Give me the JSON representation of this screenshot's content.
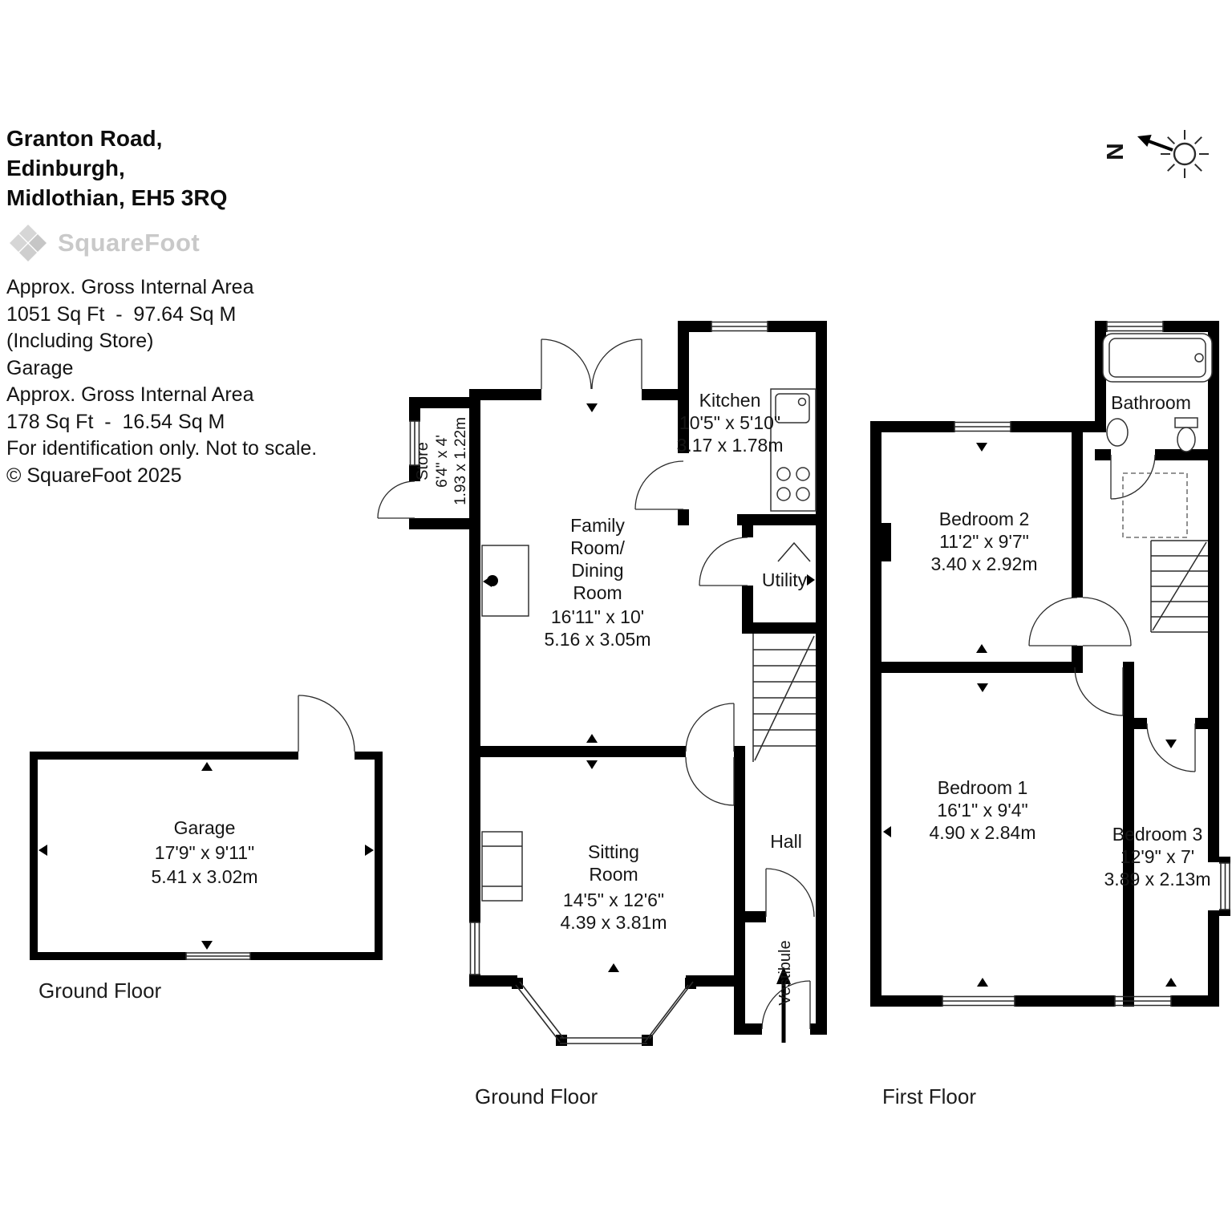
{
  "page": {
    "address_lines": [
      "Granton Road,",
      "Edinburgh,",
      "Midlothian, EH5 3RQ"
    ],
    "logo_text": "SquareFoot",
    "area_info_lines": [
      "Approx. Gross Internal Area",
      "1051 Sq Ft  -  97.64 Sq M",
      "(Including Store)",
      "Garage",
      "Approx. Gross Internal Area",
      "178 Sq Ft  -  16.54 Sq M",
      "For identification only. Not to scale.",
      "© SquareFoot 2025"
    ],
    "compass_label": "N"
  },
  "garage_plan": {
    "floor_label": "Ground Floor",
    "room": {
      "name": "Garage",
      "imperial": "17'9\" x 9'11\"",
      "metric": "5.41 x 3.02m"
    }
  },
  "ground_plan": {
    "floor_label": "Ground Floor",
    "store": {
      "name": "Store",
      "imperial": "6'4\" x 4'",
      "metric": "1.93 x 1.22m"
    },
    "family": {
      "name_lines": [
        "Family",
        "Room/",
        "Dining",
        "Room"
      ],
      "imperial": "16'11\" x 10'",
      "metric": "5.16 x 3.05m"
    },
    "kitchen": {
      "name": "Kitchen",
      "imperial": "10'5\" x 5'10\"",
      "metric": "3.17 x 1.78m"
    },
    "utility": {
      "name": "Utility"
    },
    "hall": {
      "name": "Hall"
    },
    "vestibule": {
      "name": "Vestibule"
    },
    "sitting": {
      "name_lines": [
        "Sitting",
        "Room"
      ],
      "imperial": "14'5\" x 12'6\"",
      "metric": "4.39 x 3.81m"
    }
  },
  "first_plan": {
    "floor_label": "First Floor",
    "bathroom": {
      "name": "Bathroom"
    },
    "bedroom2": {
      "name": "Bedroom 2",
      "imperial": "11'2\" x 9'7\"",
      "metric": "3.40 x 2.92m"
    },
    "bedroom1": {
      "name": "Bedroom 1",
      "imperial": "16'1\" x 9'4\"",
      "metric": "4.90 x 2.84m"
    },
    "bedroom3": {
      "name": "Bedroom 3",
      "imperial": "12'9\" x 7'",
      "metric": "3.89 x 2.13m"
    }
  }
}
